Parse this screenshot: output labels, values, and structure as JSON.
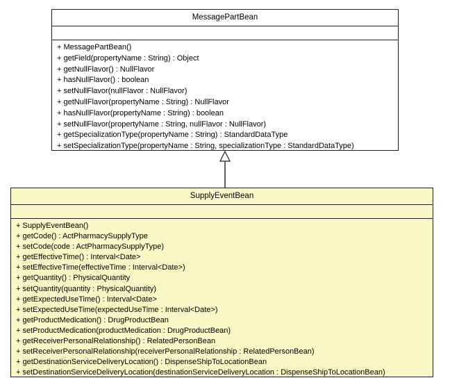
{
  "diagram_type": "uml-class-diagram",
  "colors": {
    "superclass_fill": "#FFFFFF",
    "subclass_fill": "#FBF6C5",
    "border": "#1F1F1F",
    "text": "#000000"
  },
  "classes": [
    {
      "name": "MessagePartBean",
      "attributes": [],
      "methods": [
        "+ MessagePartBean()",
        "+ getField(propertyName : String) : Object",
        "+ getNullFlavor() : NullFlavor",
        "+ hasNullFlavor() : boolean",
        "+ setNullFlavor(nullFlavor : NullFlavor)",
        "+ getNullFlavor(propertyName : String) : NullFlavor",
        "+ hasNullFlavor(propertyName : String) : boolean",
        "+ setNullFlavor(propertyName : String, nullFlavor : NullFlavor)",
        "+ getSpecializationType(propertyName : String) : StandardDataType",
        "+ setSpecializationType(propertyName : String, specializationType : StandardDataType)"
      ]
    },
    {
      "name": "SupplyEventBean",
      "attributes": [],
      "methods": [
        "+ SupplyEventBean()",
        "+ getCode() : ActPharmacySupplyType",
        "+ setCode(code : ActPharmacySupplyType)",
        "+ getEffectiveTime() : Interval<Date>",
        "+ setEffectiveTime(effectiveTime : Interval<Date>)",
        "+ getQuantity() : PhysicalQuantity",
        "+ setQuantity(quantity : PhysicalQuantity)",
        "+ getExpectedUseTime() : Interval<Date>",
        "+ setExpectedUseTime(expectedUseTime : Interval<Date>)",
        "+ getProductMedication() : DrugProductBean",
        "+ setProductMedication(productMedication : DrugProductBean)",
        "+ getReceiverPersonalRelationship() : RelatedPersonBean",
        "+ setReceiverPersonalRelationship(receiverPersonalRelationship : RelatedPersonBean)",
        "+ getDestinationServiceDeliveryLocation() : DispenseShipToLocationBean",
        "+ setDestinationServiceDeliveryLocation(destinationServiceDeliveryLocation : DispenseShipToLocationBean)"
      ]
    }
  ],
  "relationship": {
    "type": "generalization",
    "from": "SupplyEventBean",
    "to": "MessagePartBean"
  }
}
